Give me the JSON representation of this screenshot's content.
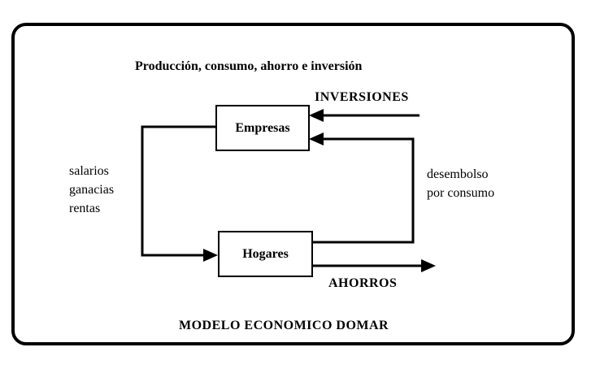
{
  "diagram": {
    "title": "Producción, consumo, ahorro e inversión",
    "caption": "MODELO ECONOMICO DOMAR",
    "nodes": {
      "empresas": "Empresas",
      "hogares": "Hogares"
    },
    "labels": {
      "inversiones": "INVERSIONES",
      "ahorros": "AHORROS",
      "income_lines": [
        "salarios",
        "ganacias",
        "rentas"
      ],
      "consumption_lines": [
        "desembolso",
        "por consumo"
      ]
    }
  }
}
